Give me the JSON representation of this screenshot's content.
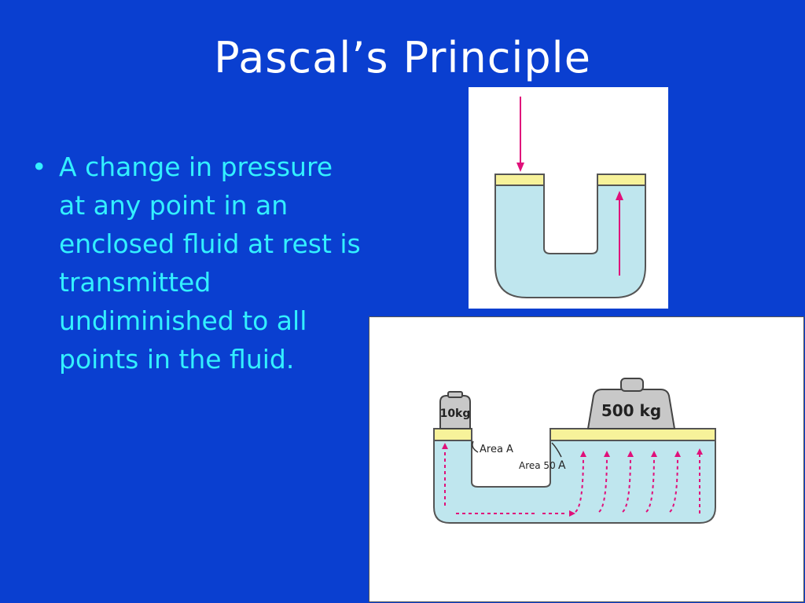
{
  "slide": {
    "title": "Pascal’s Principle",
    "bullet_symbol": "•",
    "bullet_text": "A change in pressure at any point in an enclosed fluid at rest is transmitted undiminished to all points in the fluid."
  },
  "diagram_bottom": {
    "small_weight_label": "10kg",
    "large_weight_label": "500 kg",
    "area_small_label": "Area A",
    "area_large_label_prefix": "Area 50",
    "area_large_label_suffix": "A"
  },
  "colors": {
    "background": "#0a3fd0",
    "title": "#ffffff",
    "bullet_text": "#33f0ff",
    "fluid": "#bfe6ee",
    "piston": "#f7f29a",
    "arrow": "#e0107a",
    "weight": "#c8c8c8"
  }
}
